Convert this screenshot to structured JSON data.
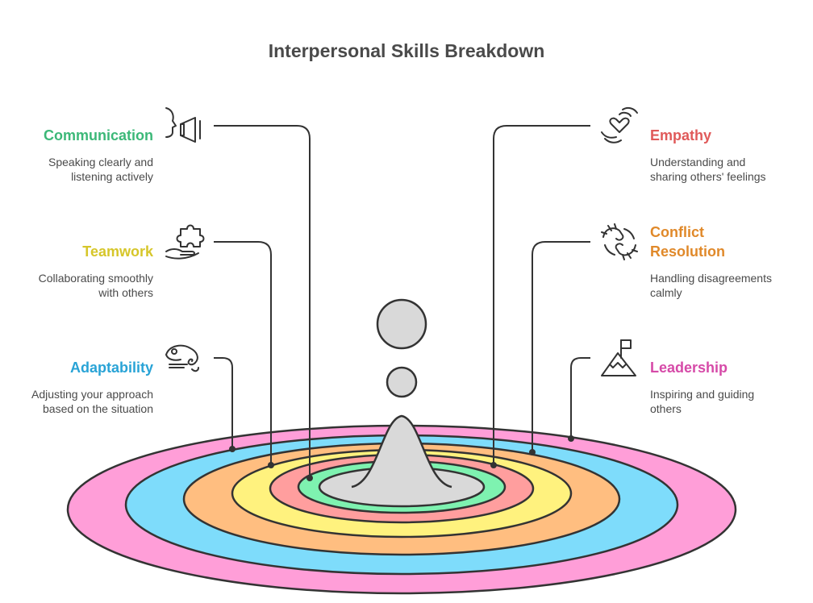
{
  "title": "Interpersonal Skills Breakdown",
  "skills": [
    {
      "name": "Communication",
      "description": "Speaking clearly and listening actively",
      "color": "#3cb878",
      "ring_color": "#7ef2b0",
      "icon": "megaphone-speaker-icon",
      "side": "left"
    },
    {
      "name": "Teamwork",
      "description": "Collaborating smoothly with others",
      "color": "#d6c62a",
      "ring_color": "#fff27e",
      "icon": "puzzle-hand-icon",
      "side": "left"
    },
    {
      "name": "Adaptability",
      "description": "Adjusting your approach based on the situation",
      "color": "#29a3d6",
      "ring_color": "#7edcfb",
      "icon": "chameleon-icon",
      "side": "left"
    },
    {
      "name": "Empathy",
      "description": "Understanding and sharing others' feelings",
      "color": "#e05a5a",
      "ring_color": "#ff9e9e",
      "icon": "hands-heart-icon",
      "side": "right"
    },
    {
      "name": "Conflict Resolution",
      "description": "Handling disagreements calmly",
      "color": "#e0892a",
      "ring_color": "#ffbe80",
      "icon": "clashing-hands-icon",
      "side": "right"
    },
    {
      "name": "Leadership",
      "description": "Inspiring and guiding others",
      "color": "#d64aa8",
      "ring_color": "#ff9ed8",
      "icon": "mountain-flag-icon",
      "side": "right"
    }
  ],
  "colors": {
    "outline": "#333333",
    "center": "#d9d9d9",
    "text": "#4a4a4a"
  }
}
